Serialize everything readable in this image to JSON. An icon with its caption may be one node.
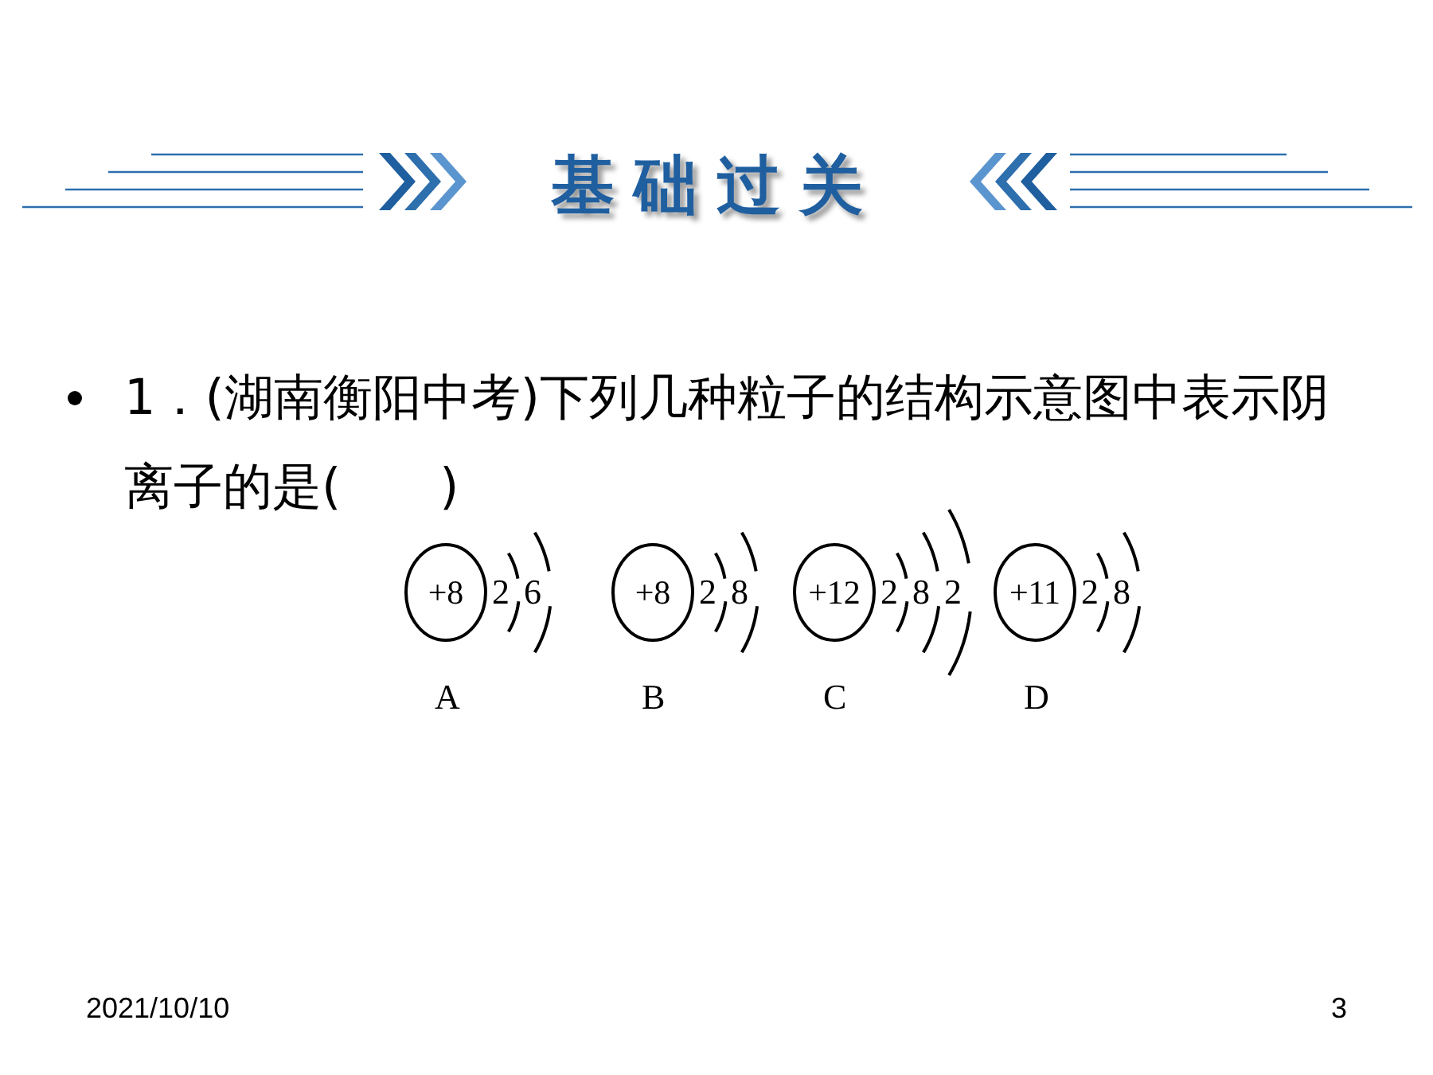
{
  "diagram": {
    "title": "基础过关",
    "nodes": [
      {
        "text": [
          "+8"
        ],
        "beside": [
          "A"
        ]
      },
      {
        "text": [
          "+8"
        ],
        "beside": [
          "B"
        ]
      },
      {
        "text": [
          "+12"
        ],
        "beside": [
          "C"
        ]
      },
      {
        "text": [
          "+11"
        ],
        "beside": [
          "D"
        ]
      }
    ],
    "labels": [
      "1．(湖南衡阳中考)下列几种粒子的结构示意图中表示阴离子的是(　　)",
      "2",
      "6",
      "2",
      "8",
      "2",
      "8",
      "2",
      "2",
      "8",
      "2021/10/10",
      "3"
    ]
  }
}
